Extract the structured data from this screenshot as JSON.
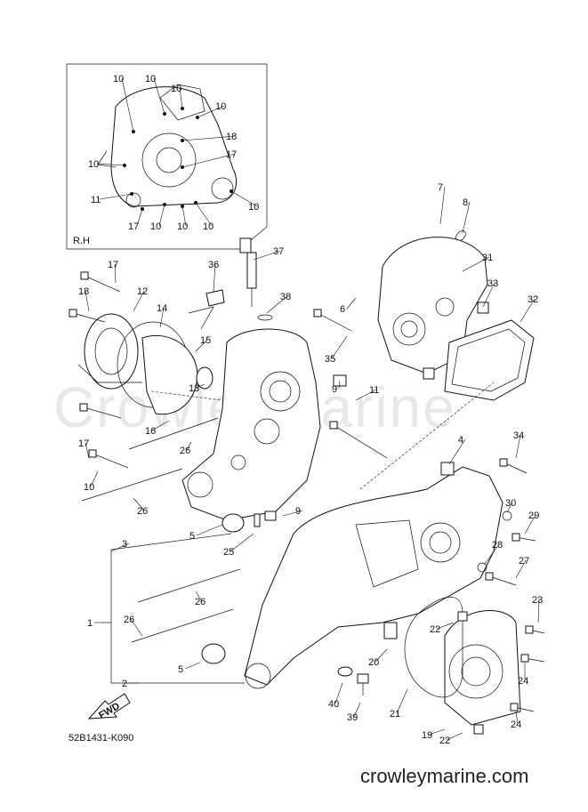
{
  "diagram": {
    "watermark": "CrowleyMarine",
    "inset_label": "R.H",
    "drawing_code": "52B1431-K090",
    "fwd_label": "FWD",
    "site": "crowleymarine.com",
    "inset_callouts": [
      "10",
      "10",
      "10",
      "10",
      "18",
      "10",
      "17",
      "11",
      "17",
      "10",
      "10",
      "10",
      "10"
    ],
    "callouts": [
      "7",
      "8",
      "37",
      "31",
      "36",
      "17",
      "12",
      "18",
      "14",
      "38",
      "33",
      "6",
      "32",
      "15",
      "35",
      "9",
      "13",
      "11",
      "16",
      "17",
      "26",
      "4",
      "34",
      "10",
      "26",
      "9",
      "30",
      "29",
      "5",
      "3",
      "25",
      "28",
      "27",
      "26",
      "1",
      "26",
      "23",
      "22",
      "5",
      "20",
      "24",
      "2",
      "40",
      "39",
      "21",
      "24",
      "19",
      "22"
    ]
  }
}
